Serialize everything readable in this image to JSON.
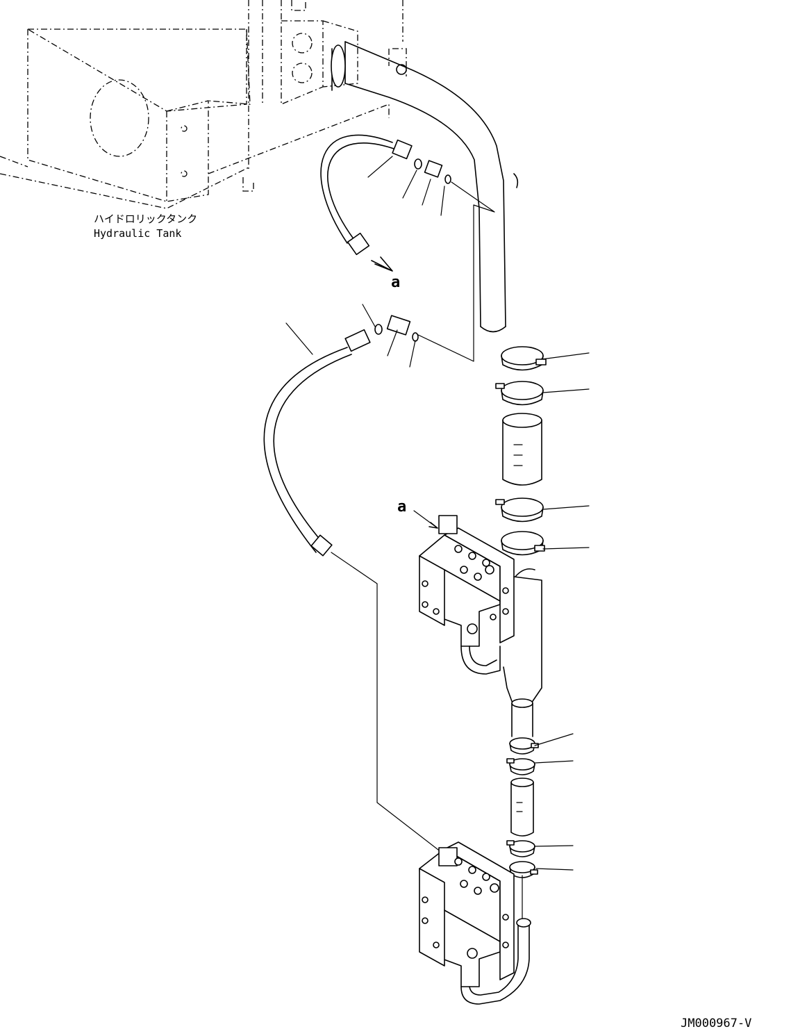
{
  "tank_label": {
    "jp": "ハイドロリックタンク",
    "en": "Hydraulic Tank"
  },
  "callouts": {
    "upper": "a",
    "lower": "a"
  },
  "drawing_number": "JM000967-V"
}
